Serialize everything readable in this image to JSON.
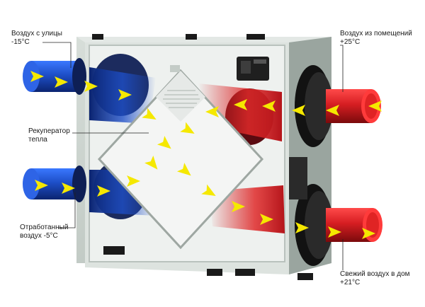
{
  "labels": {
    "outdoor_air": {
      "line1": "Воздух с улицы",
      "line2": "-15°C"
    },
    "room_air": {
      "line1": "Воздух из помещений",
      "line2": "+25°C"
    },
    "recuperator": {
      "line1": "Рекуператор",
      "line2": "тепла"
    },
    "exhaust_air": {
      "line1": "Отработанный",
      "line2": "воздух -5°C"
    },
    "fresh_air": {
      "line1": "Свежий воздух в дом",
      "line2": "+21°C"
    }
  },
  "colors": {
    "cold_duct": "#1e4fc8",
    "warm_duct": "#d61e22",
    "arrow": "#f5e800",
    "casing": "#c9d2cd",
    "inner": "#e8ece9",
    "core": "#f2f2f2",
    "flange": "#1a1a1a"
  },
  "icons": {
    "arrow": "yellow-arrow-icon",
    "control_panel": "control-panel-icon"
  }
}
